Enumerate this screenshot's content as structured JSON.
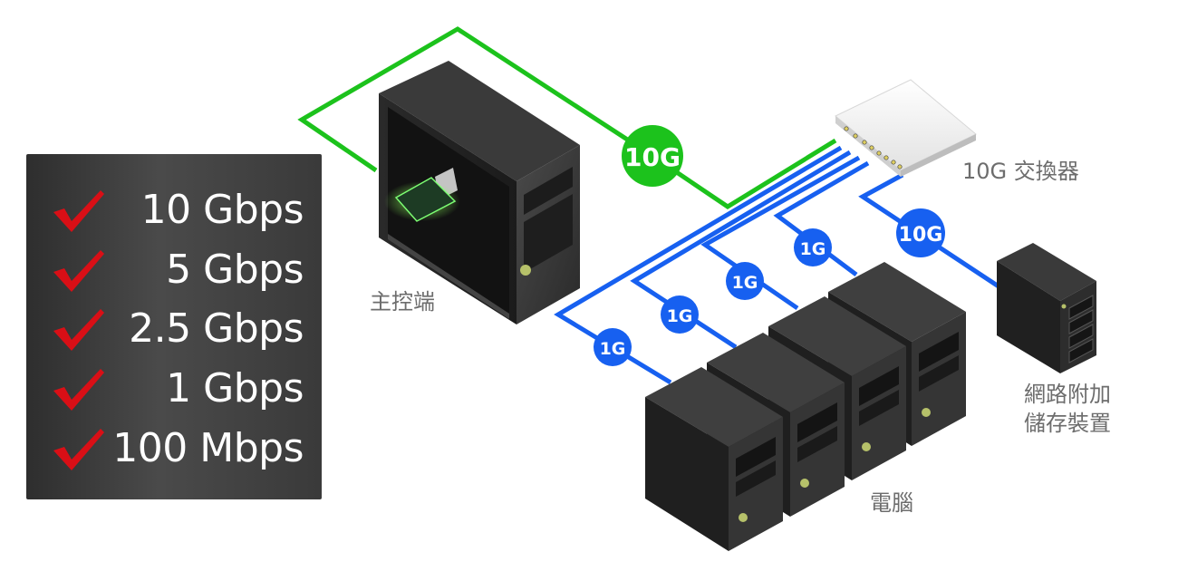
{
  "speeds": {
    "items": [
      {
        "label": "10 Gbps"
      },
      {
        "label": "5 Gbps"
      },
      {
        "label": "2.5 Gbps"
      },
      {
        "label": "1 Gbps"
      },
      {
        "label": "100 Mbps"
      }
    ]
  },
  "labels": {
    "host": "主控端",
    "switch": "10G 交換器",
    "computers": "電腦",
    "nas_line1": "網路附加",
    "nas_line2": "儲存裝置"
  },
  "links": {
    "host_link": "10G",
    "nas_link": "10G",
    "pc_links": [
      "1G",
      "1G",
      "1G",
      "1G"
    ]
  },
  "colors": {
    "green_link": "#1cc21c",
    "blue_link": "#1760f0",
    "check": "#d90f16",
    "panel": "#3c3c3c",
    "caption": "#6d6d6d"
  }
}
